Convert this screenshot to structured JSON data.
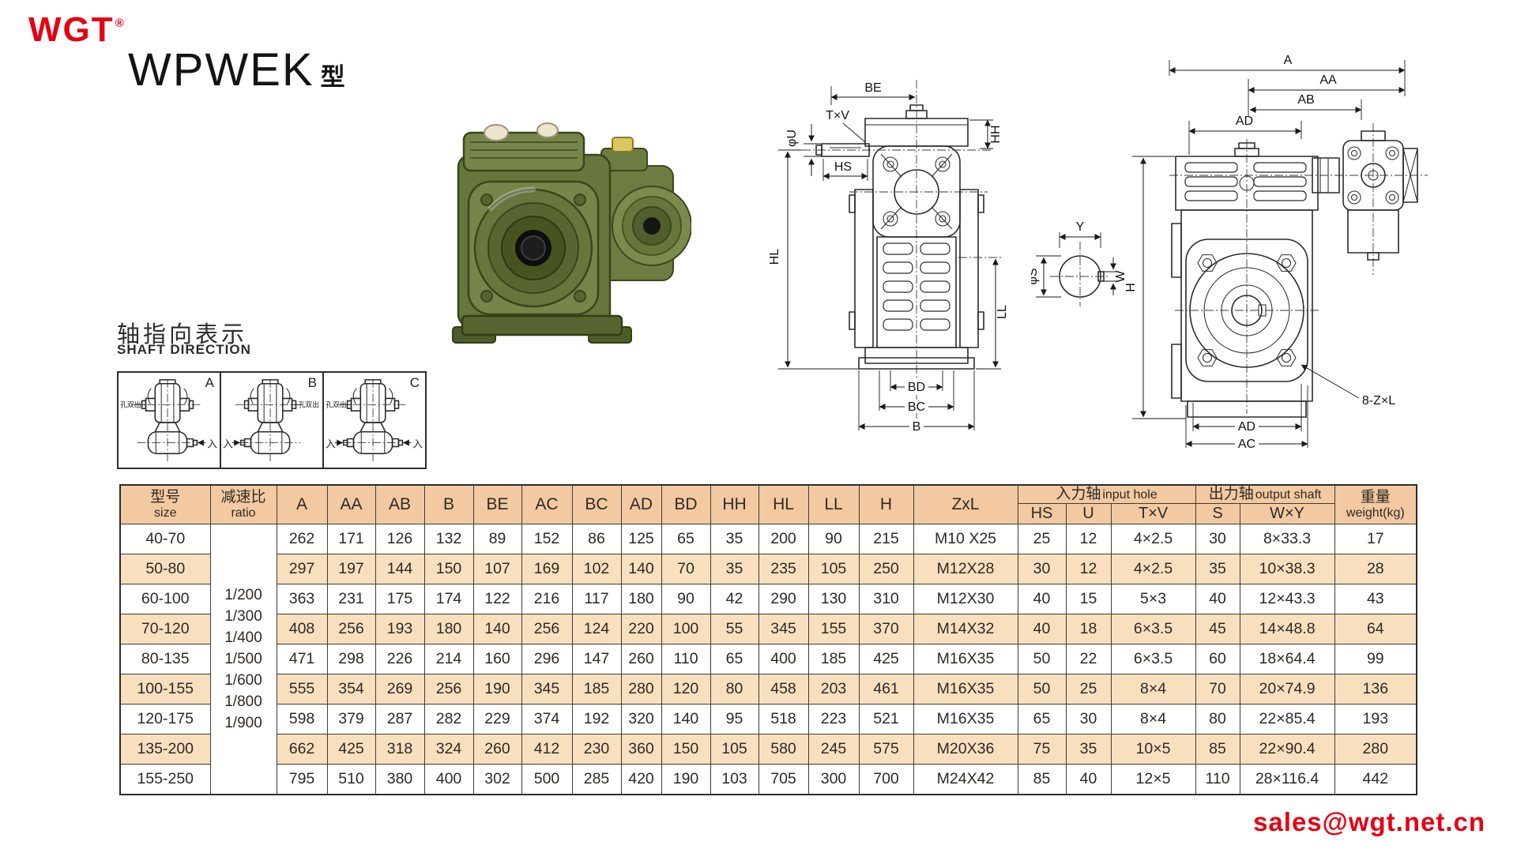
{
  "brand": {
    "logo_text": "WGT",
    "reg_mark": "®"
  },
  "header": {
    "model": "WPWEK",
    "type_suffix": "型"
  },
  "contact": {
    "email": "sales@wgt.net.cn"
  },
  "shaft_direction": {
    "title_cn": "轴指向表示",
    "title_en": "SHAFT DIRECTION",
    "boxes": [
      {
        "label": "A",
        "out_label": "孔双出",
        "in_label": "入"
      },
      {
        "label": "B",
        "out_label": "孔双出",
        "in_label": "入"
      },
      {
        "label": "C",
        "out_label": "孔双出",
        "in_label": "入"
      }
    ]
  },
  "drawings": {
    "front_view": {
      "be": "BE",
      "txv": "T×V",
      "phi_u": "φU",
      "hs": "HS",
      "hh": "HH",
      "hl": "HL",
      "ll": "LL",
      "bd": "BD",
      "bc": "BC",
      "b": "B"
    },
    "shaft_section": {
      "y": "Y",
      "w": "W",
      "phi_s": "φS"
    },
    "side_view": {
      "a": "A",
      "aa": "AA",
      "ab": "AB",
      "ad_top": "AD",
      "h": "H",
      "ad_bottom": "AD",
      "ac": "AC",
      "bolt_note": "8-Z×L"
    }
  },
  "table": {
    "header": {
      "size_cn": "型号",
      "size_en": "size",
      "ratio_cn": "减速比",
      "ratio_en": "ratio",
      "dim_cols": [
        "A",
        "AA",
        "AB",
        "B",
        "BE",
        "AC",
        "BC",
        "AD",
        "BD",
        "HH",
        "HL",
        "LL",
        "H",
        "ZxL"
      ],
      "input_cn": "入力轴",
      "input_en": "input hole",
      "input_cols": [
        "HS",
        "U",
        "T×V"
      ],
      "output_cn": "出力轴",
      "output_en": "output shaft",
      "output_cols": [
        "S",
        "W×Y"
      ],
      "weight_cn": "重量",
      "weight_en": "weight(kg)"
    },
    "ratios": [
      "1/200",
      "1/300",
      "1/400",
      "1/500",
      "1/600",
      "1/800",
      "1/900"
    ],
    "rows": [
      {
        "size": "40-70",
        "values": [
          "262",
          "171",
          "126",
          "132",
          "89",
          "152",
          "86",
          "125",
          "65",
          "35",
          "200",
          "90",
          "215",
          "M10 X25",
          "25",
          "12",
          "4×2.5",
          "30",
          "8×33.3",
          "17"
        ]
      },
      {
        "size": "50-80",
        "values": [
          "297",
          "197",
          "144",
          "150",
          "107",
          "169",
          "102",
          "140",
          "70",
          "35",
          "235",
          "105",
          "250",
          "M12X28",
          "30",
          "12",
          "4×2.5",
          "35",
          "10×38.3",
          "28"
        ]
      },
      {
        "size": "60-100",
        "values": [
          "363",
          "231",
          "175",
          "174",
          "122",
          "216",
          "117",
          "180",
          "90",
          "42",
          "290",
          "130",
          "310",
          "M12X30",
          "40",
          "15",
          "5×3",
          "40",
          "12×43.3",
          "43"
        ]
      },
      {
        "size": "70-120",
        "values": [
          "408",
          "256",
          "193",
          "180",
          "140",
          "256",
          "124",
          "220",
          "100",
          "55",
          "345",
          "155",
          "370",
          "M14X32",
          "40",
          "18",
          "6×3.5",
          "45",
          "14×48.8",
          "64"
        ]
      },
      {
        "size": "80-135",
        "values": [
          "471",
          "298",
          "226",
          "214",
          "160",
          "296",
          "147",
          "260",
          "110",
          "65",
          "400",
          "185",
          "425",
          "M16X35",
          "50",
          "22",
          "6×3.5",
          "60",
          "18×64.4",
          "99"
        ]
      },
      {
        "size": "100-155",
        "values": [
          "555",
          "354",
          "269",
          "256",
          "190",
          "345",
          "185",
          "280",
          "120",
          "80",
          "458",
          "203",
          "461",
          "M16X35",
          "50",
          "25",
          "8×4",
          "70",
          "20×74.9",
          "136"
        ]
      },
      {
        "size": "120-175",
        "values": [
          "598",
          "379",
          "287",
          "282",
          "229",
          "374",
          "192",
          "320",
          "140",
          "95",
          "518",
          "223",
          "521",
          "M16X35",
          "65",
          "30",
          "8×4",
          "80",
          "22×85.4",
          "193"
        ]
      },
      {
        "size": "135-200",
        "values": [
          "662",
          "425",
          "318",
          "324",
          "260",
          "412",
          "230",
          "360",
          "150",
          "105",
          "580",
          "245",
          "575",
          "M20X36",
          "75",
          "35",
          "10×5",
          "85",
          "22×90.4",
          "280"
        ]
      },
      {
        "size": "155-250",
        "values": [
          "795",
          "510",
          "380",
          "400",
          "302",
          "500",
          "285",
          "420",
          "190",
          "103",
          "705",
          "300",
          "700",
          "M24X42",
          "85",
          "40",
          "12×5",
          "110",
          "28×116.4",
          "442"
        ]
      }
    ]
  },
  "colors": {
    "accent_red": "#e60012",
    "table_header_bg": "#f3c9a1",
    "table_shaded_row_bg": "#f8e0bf",
    "table_border": "#403c36",
    "drawing_line": "#2b2b2b",
    "product_green": "#66763c"
  }
}
